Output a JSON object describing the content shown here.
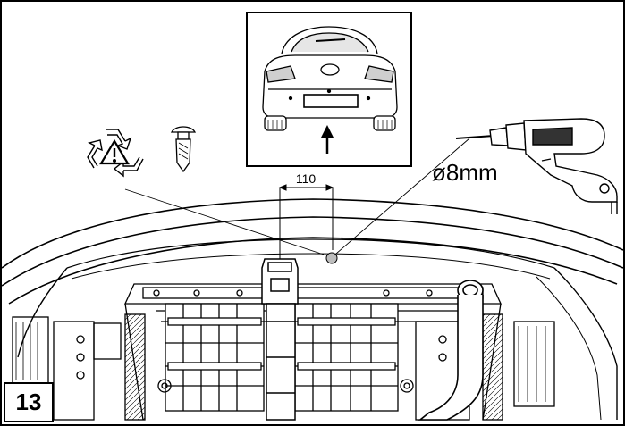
{
  "figure": {
    "step_number": "13",
    "dimension_label": "110",
    "drill_label": "ø8mm"
  },
  "icons": [
    "recycle-warning-icon",
    "push-clip-icon",
    "drill-icon",
    "arrow-up-icon"
  ]
}
